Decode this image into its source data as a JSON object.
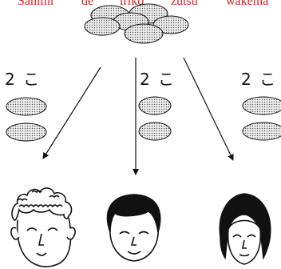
{
  "title": {
    "words": [
      "Sanimi",
      "de",
      "iriko",
      "zutsu",
      "wakema"
    ]
  },
  "groups": [
    {
      "count_label": "2 こ"
    },
    {
      "count_label": "2 こ"
    },
    {
      "count_label": "2 こ"
    }
  ],
  "colors": {
    "title": "#e0201e",
    "stroke": "#111111",
    "dot_fill": "#cfcfcf"
  },
  "icons": [
    "cookie-pile-icon",
    "cookie-icon",
    "arrow-icon",
    "person-curly-hair-icon",
    "person-short-hair-icon",
    "person-bob-hair-icon"
  ]
}
